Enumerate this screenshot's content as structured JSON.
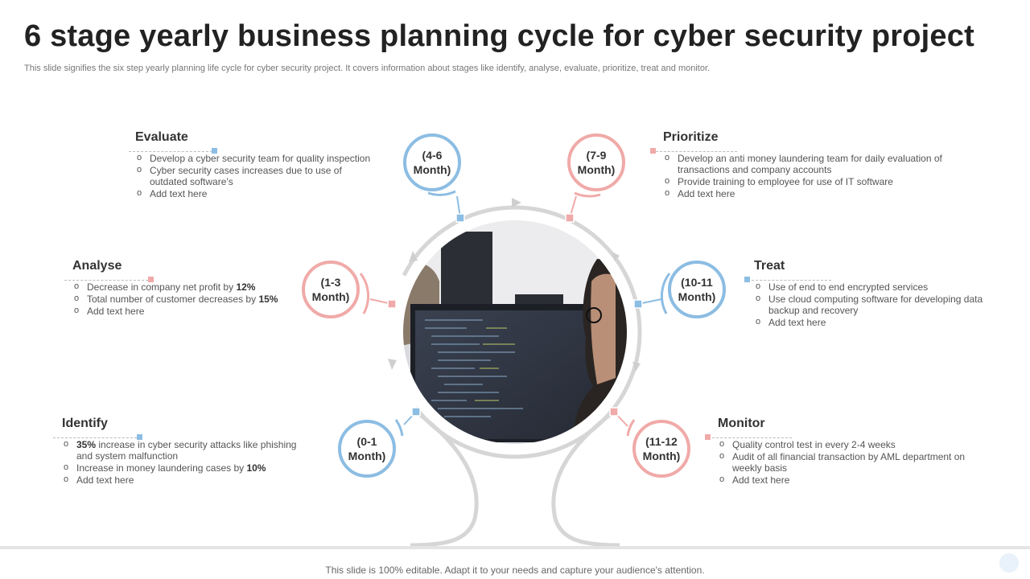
{
  "slide": {
    "title": "6 stage yearly business planning cycle for cyber security project",
    "subtitle": "This slide signifies the six step yearly planning life cycle for cyber security project. It covers information about stages like identify, analyse, evaluate, prioritize, treat and monitor.",
    "footer": "This slide is 100% editable. Adapt it to your needs and capture your audience's attention."
  },
  "colors": {
    "blue": "#8cbde3",
    "pink": "#f0aaa8",
    "gray": "#d6d6d6"
  },
  "stages": [
    {
      "id": "identify",
      "name": "Identify",
      "period": "(0-1\nMonth)",
      "color": "blue",
      "bullets": [
        {
          "pre": "",
          "bold": "35%",
          "post": " increase in cyber security attacks like phishing and system malfunction"
        },
        {
          "pre": "Increase in money laundering cases by ",
          "bold": "10%",
          "post": ""
        },
        {
          "pre": "Add text here",
          "bold": "",
          "post": ""
        }
      ]
    },
    {
      "id": "analyse",
      "name": "Analyse",
      "period": "(1-3\nMonth)",
      "color": "pink",
      "bullets": [
        {
          "pre": "Decrease in company net profit by ",
          "bold": "12%",
          "post": ""
        },
        {
          "pre": "Total number of customer decreases by ",
          "bold": "15%",
          "post": ""
        },
        {
          "pre": "Add text here",
          "bold": "",
          "post": ""
        }
      ]
    },
    {
      "id": "evaluate",
      "name": "Evaluate",
      "period": "(4-6\nMonth)",
      "color": "blue",
      "bullets": [
        {
          "pre": "Develop a cyber security team for quality inspection",
          "bold": "",
          "post": ""
        },
        {
          "pre": "Cyber security cases increases due to use of outdated software's",
          "bold": "",
          "post": ""
        },
        {
          "pre": "Add text here",
          "bold": "",
          "post": ""
        }
      ]
    },
    {
      "id": "prioritize",
      "name": "Prioritize",
      "period": "(7-9\nMonth)",
      "color": "pink",
      "bullets": [
        {
          "pre": "Develop an anti money laundering team for daily evaluation of transactions and company accounts",
          "bold": "",
          "post": ""
        },
        {
          "pre": "Provide training to employee for use of IT software",
          "bold": "",
          "post": ""
        },
        {
          "pre": "Add text here",
          "bold": "",
          "post": ""
        }
      ]
    },
    {
      "id": "treat",
      "name": "Treat",
      "period": "(10-11\nMonth)",
      "color": "blue",
      "bullets": [
        {
          "pre": "Use of end to end encrypted services",
          "bold": "",
          "post": ""
        },
        {
          "pre": "Use cloud computing software for developing data backup and recovery",
          "bold": "",
          "post": ""
        },
        {
          "pre": "Add text here",
          "bold": "",
          "post": ""
        }
      ]
    },
    {
      "id": "monitor",
      "name": "Monitor",
      "period": "(11-12\nMonth)",
      "color": "pink",
      "bullets": [
        {
          "pre": "Quality control test in every 2-4 weeks",
          "bold": "",
          "post": ""
        },
        {
          "pre": "Audit of all financial transaction by AML  department on weekly basis",
          "bold": "",
          "post": ""
        },
        {
          "pre": "Add text here",
          "bold": "",
          "post": ""
        }
      ]
    }
  ],
  "center_image": {
    "icon": "developer-at-computer-photo"
  }
}
